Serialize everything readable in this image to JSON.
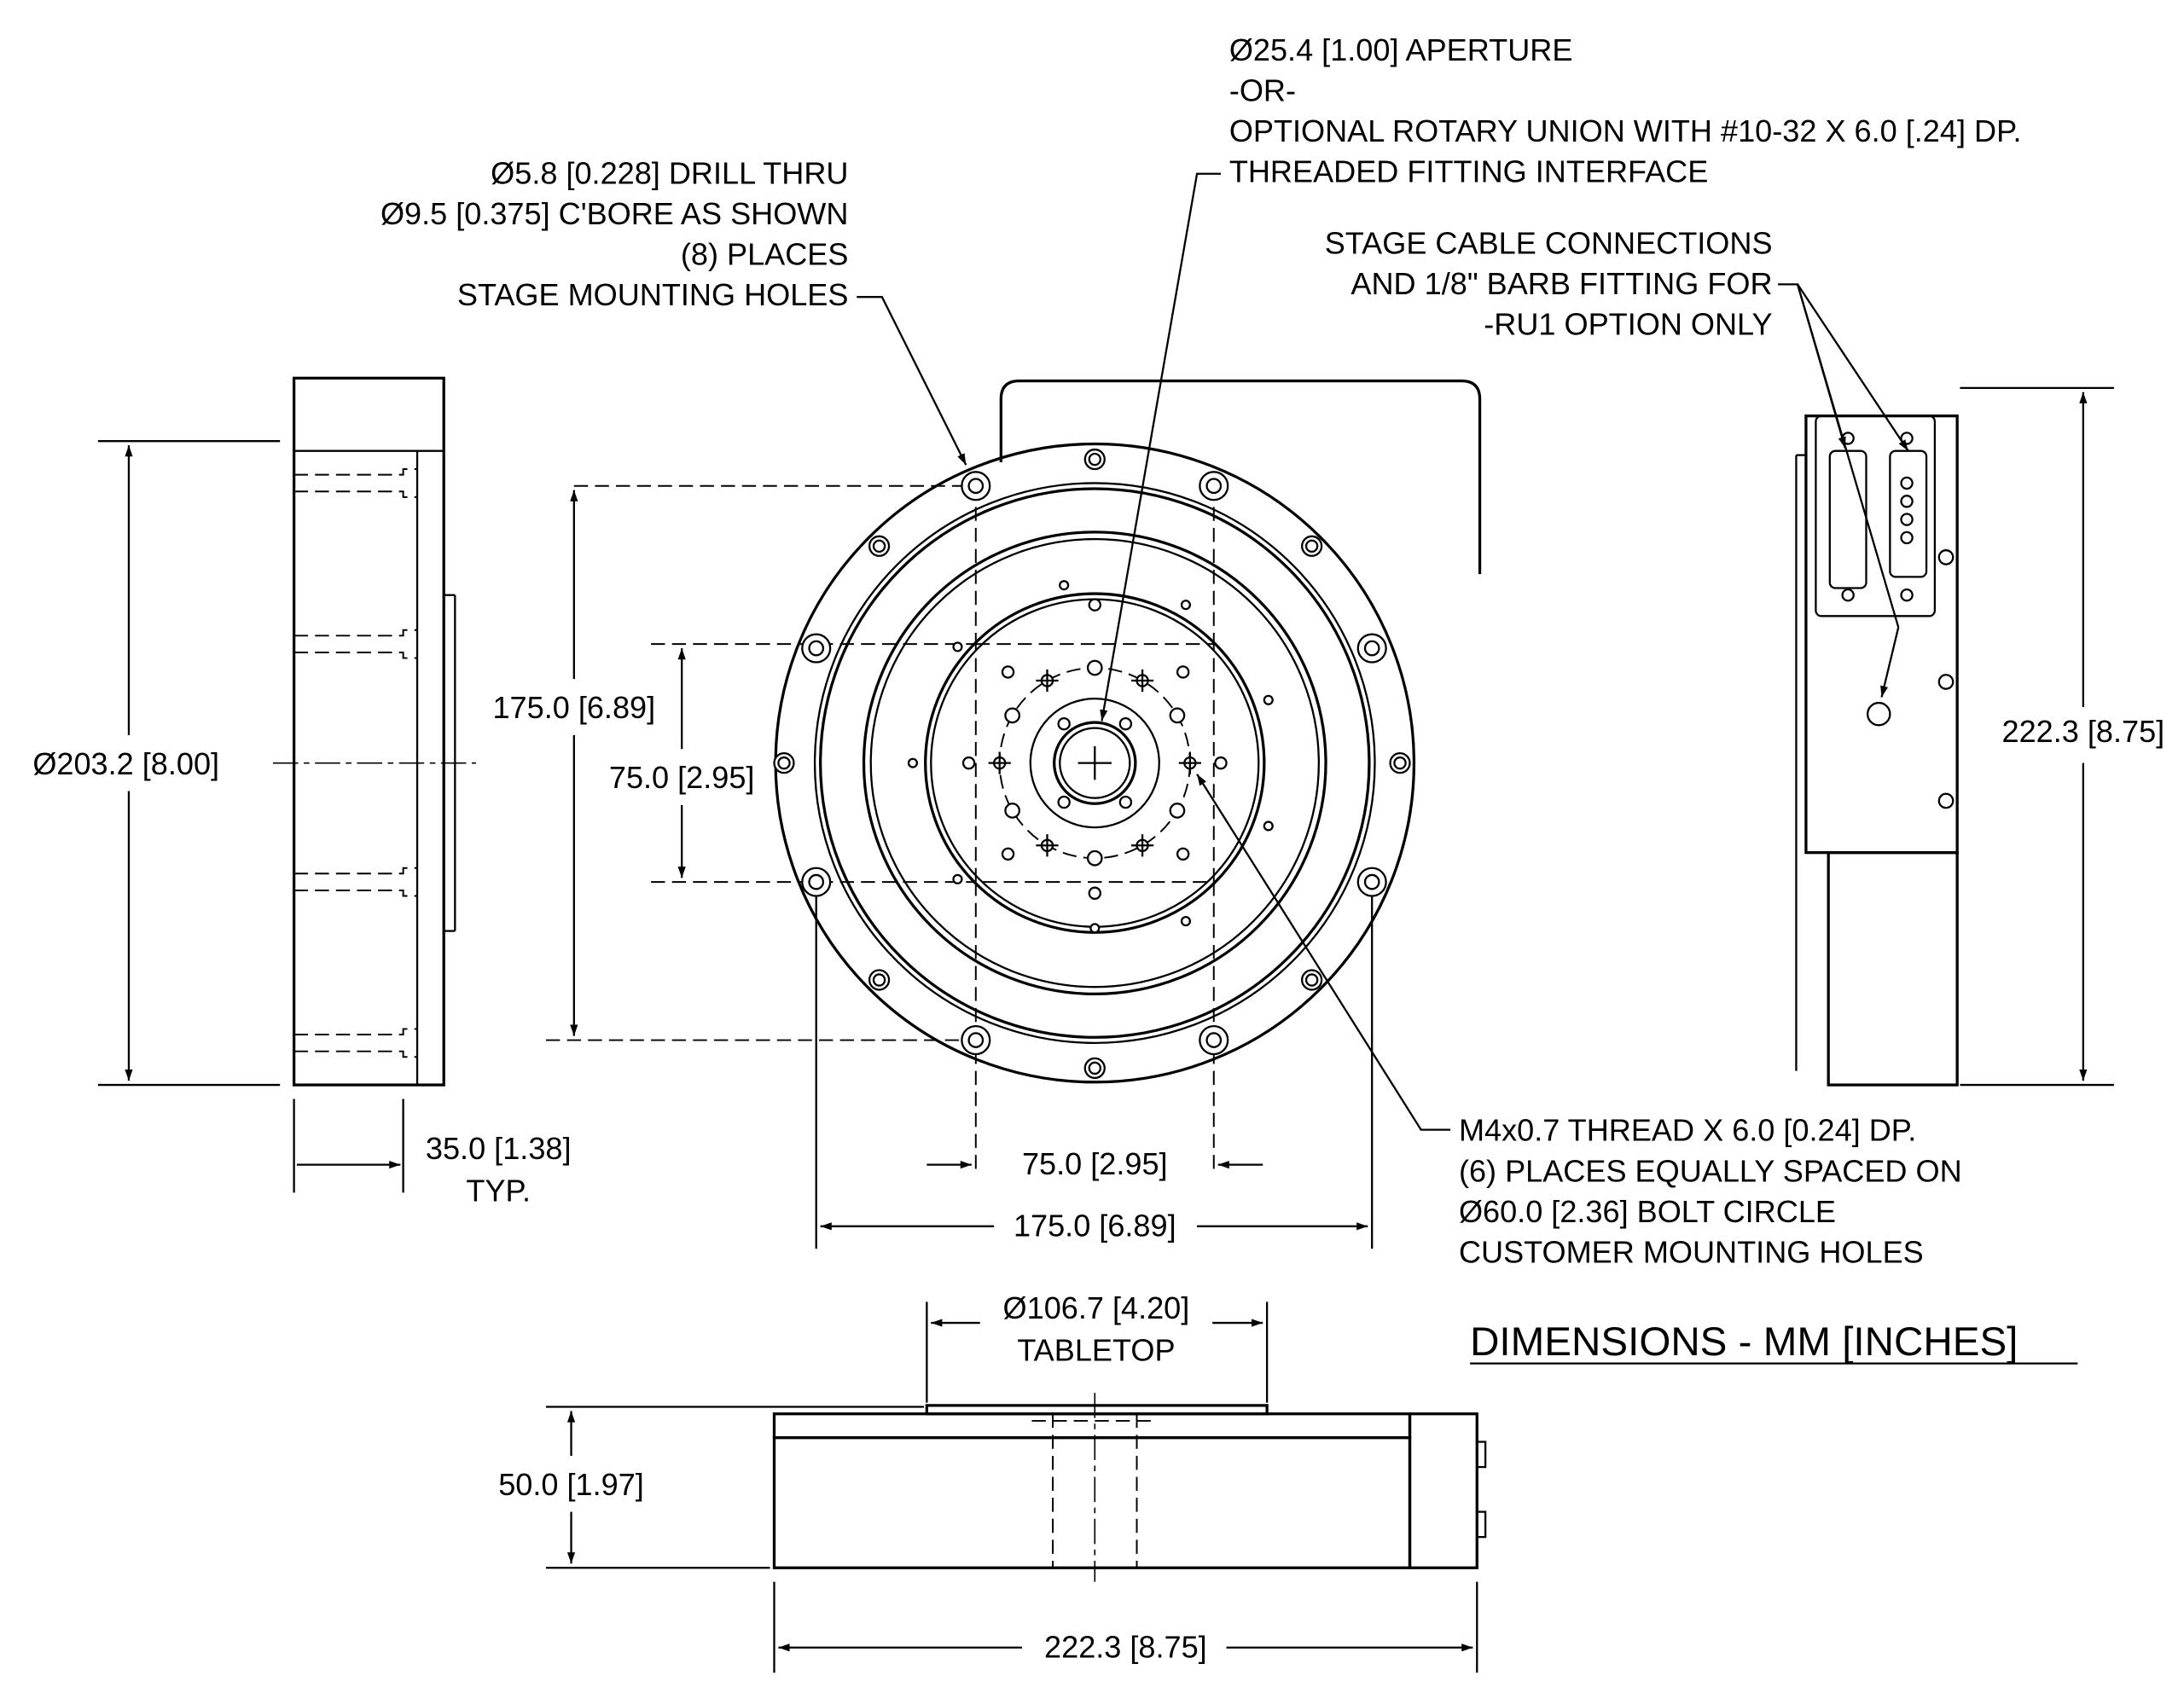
{
  "notes": {
    "aperture": [
      "Ø25.4 [1.00] APERTURE",
      "-OR-",
      "OPTIONAL ROTARY UNION WITH #10-32 X 6.0 [.24] DP.",
      "THREADED FITTING INTERFACE"
    ],
    "mounting_holes": [
      "Ø5.8 [0.228] DRILL THRU",
      "Ø9.5 [0.375] C'BORE AS SHOWN",
      "(8) PLACES",
      "STAGE MOUNTING HOLES"
    ],
    "cable": [
      "STAGE CABLE CONNECTIONS",
      "AND 1/8\" BARB FITTING FOR",
      "-RU1 OPTION ONLY"
    ],
    "customer_holes": [
      "M4x0.7 THREAD X 6.0 [0.24] DP.",
      "(6) PLACES EQUALLY SPACED ON",
      "Ø60.0 [2.36] BOLT CIRCLE",
      "CUSTOMER MOUNTING HOLES"
    ]
  },
  "dimensions": {
    "diameter_203": "Ø203.2 [8.00]",
    "thickness_35": "35.0 [1.38]",
    "typ": "TYP.",
    "vert_175": "175.0 [6.89]",
    "vert_75": "75.0 [2.95]",
    "horiz_75": "75.0 [2.95]",
    "horiz_175": "175.0 [6.89]",
    "right_222": "222.3 [8.75]",
    "tabletop_dia": "Ø106.7 [4.20]",
    "tabletop_label": "TABLETOP",
    "height_50": "50.0 [1.97]",
    "bottom_222": "222.3 [8.75]"
  },
  "title": "DIMENSIONS - MM [INCHES]"
}
